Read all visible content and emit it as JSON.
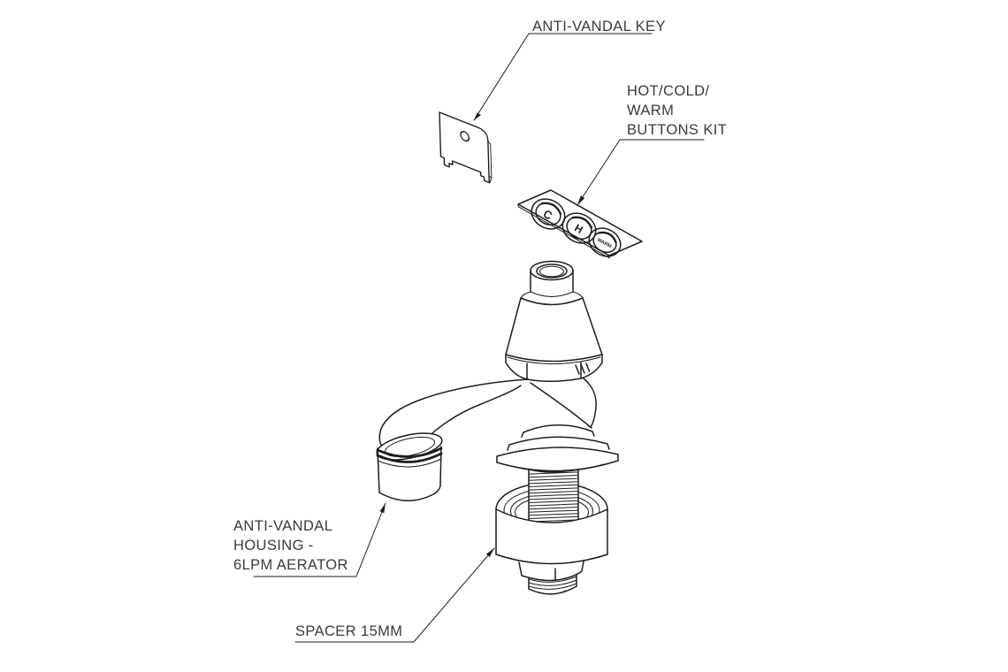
{
  "diagram": {
    "type": "exploded-assembly-drawing",
    "background": "#ffffff",
    "stroke_color": "#1d1d1d",
    "text_color": "#3a3a3a",
    "callouts": {
      "key": {
        "lines": [
          "ANTI-VANDAL KEY"
        ]
      },
      "buttons_kit": {
        "lines": [
          "HOT/COLD/",
          "WARM",
          "BUTTONS KIT"
        ]
      },
      "housing": {
        "lines": [
          "ANTI-VANDAL",
          "HOUSING -",
          "6LPM AERATOR"
        ]
      },
      "spacer": {
        "lines": [
          "SPACER 15MM"
        ]
      }
    },
    "buttons_kit_glyphs": {
      "cold": "C",
      "hot": "H",
      "warm": "WARM"
    }
  }
}
